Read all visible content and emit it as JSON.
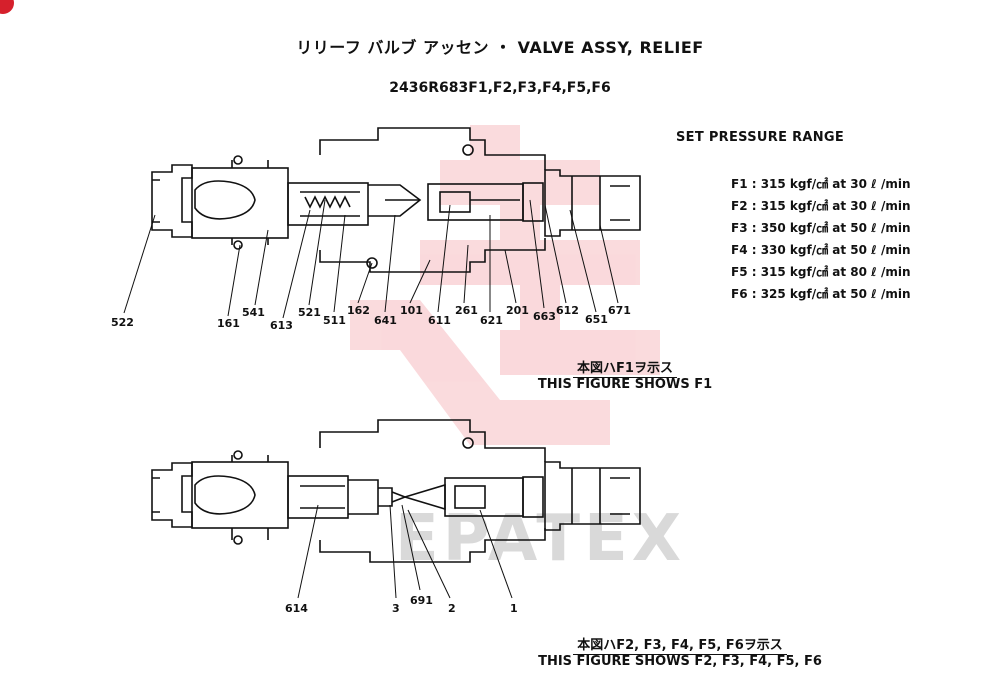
{
  "title": "リリーフ バルブ アッセン ・ VALVE ASSY, RELIEF",
  "part_number": "2436R683F1,F2,F3,F4,F5,F6",
  "pressure": {
    "heading": "SET PRESSURE RANGE",
    "items": [
      "F1 : 315 kgf/㎠ at 30 ℓ /min",
      "F2 : 315 kgf/㎠ at 30 ℓ /min",
      "F3 : 350 kgf/㎠ at 50 ℓ /min",
      "F4 : 330 kgf/㎠ at 50 ℓ /min",
      "F5 : 315 kgf/㎠ at 80 ℓ /min",
      "F6 : 325 kgf/㎠ at 50 ℓ /min"
    ]
  },
  "figure1": {
    "caption_jp": "本図ハF1ヲ示ス",
    "caption_en": "THIS FIGURE SHOWS F1",
    "labels": [
      "522",
      "161",
      "541",
      "613",
      "521",
      "511",
      "162",
      "641",
      "101",
      "611",
      "261",
      "621",
      "201",
      "663",
      "612",
      "651",
      "671"
    ]
  },
  "figure2": {
    "caption_jp": "本図ハF2, F3, F4, F5, F6ヲ示ス",
    "caption_en": "THIS FIGURE SHOWS F2, F3, F4, F5, F6",
    "labels": [
      "614",
      "3",
      "691",
      "2",
      "1"
    ]
  },
  "watermark": {
    "text": "EPATEX",
    "color": "#e31c2a"
  }
}
